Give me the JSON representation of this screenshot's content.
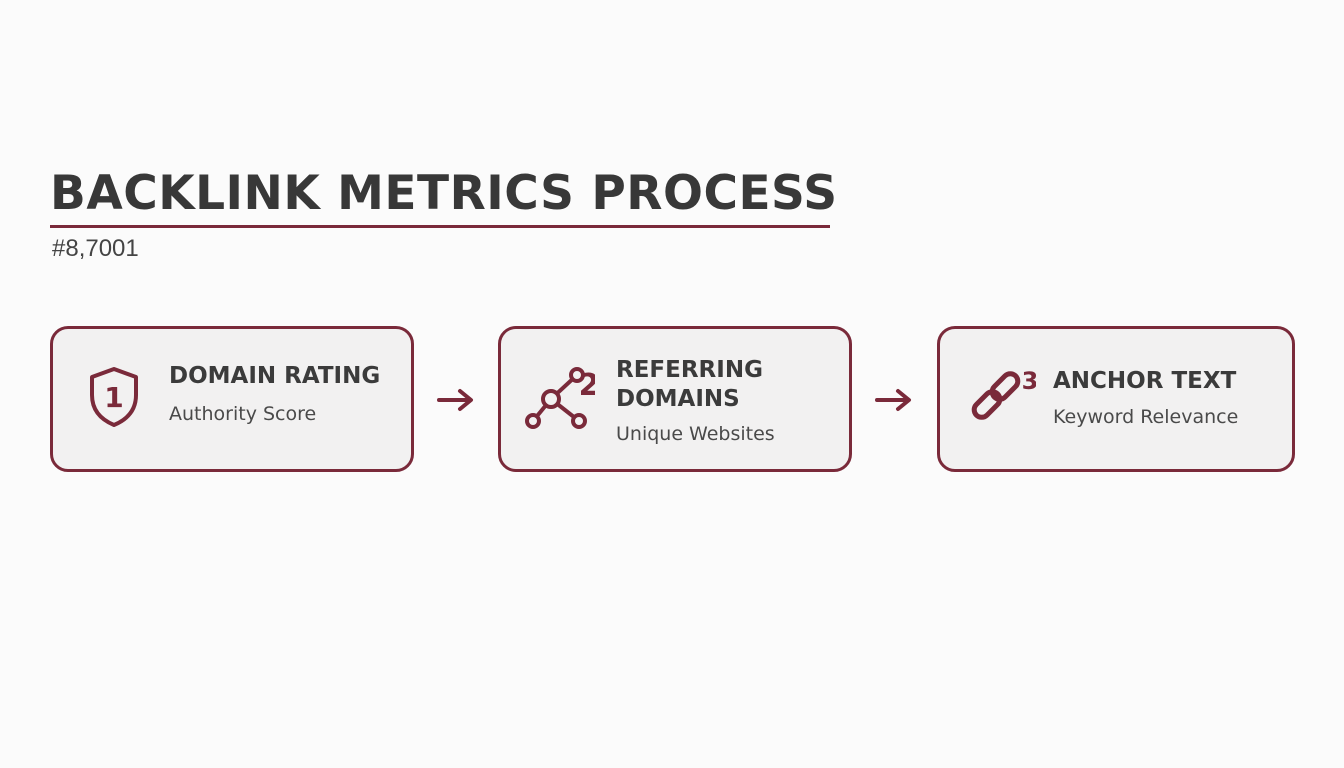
{
  "title": "BACKLINK METRICS PROCESS",
  "subtitle": "#8,7001",
  "accent_color": "#7a2a3a",
  "steps": [
    {
      "icon": "shield-number-icon",
      "badge": "1",
      "title": "DOMAIN RATING",
      "subtitle": "Authority Score"
    },
    {
      "icon": "network-nodes-icon",
      "badge": "2",
      "title": "REFERRING DOMAINS",
      "subtitle": "Unique Websites"
    },
    {
      "icon": "chain-link-icon",
      "badge": "3",
      "title": "ANCHOR TEXT",
      "subtitle": "Keyword Relevance"
    }
  ]
}
